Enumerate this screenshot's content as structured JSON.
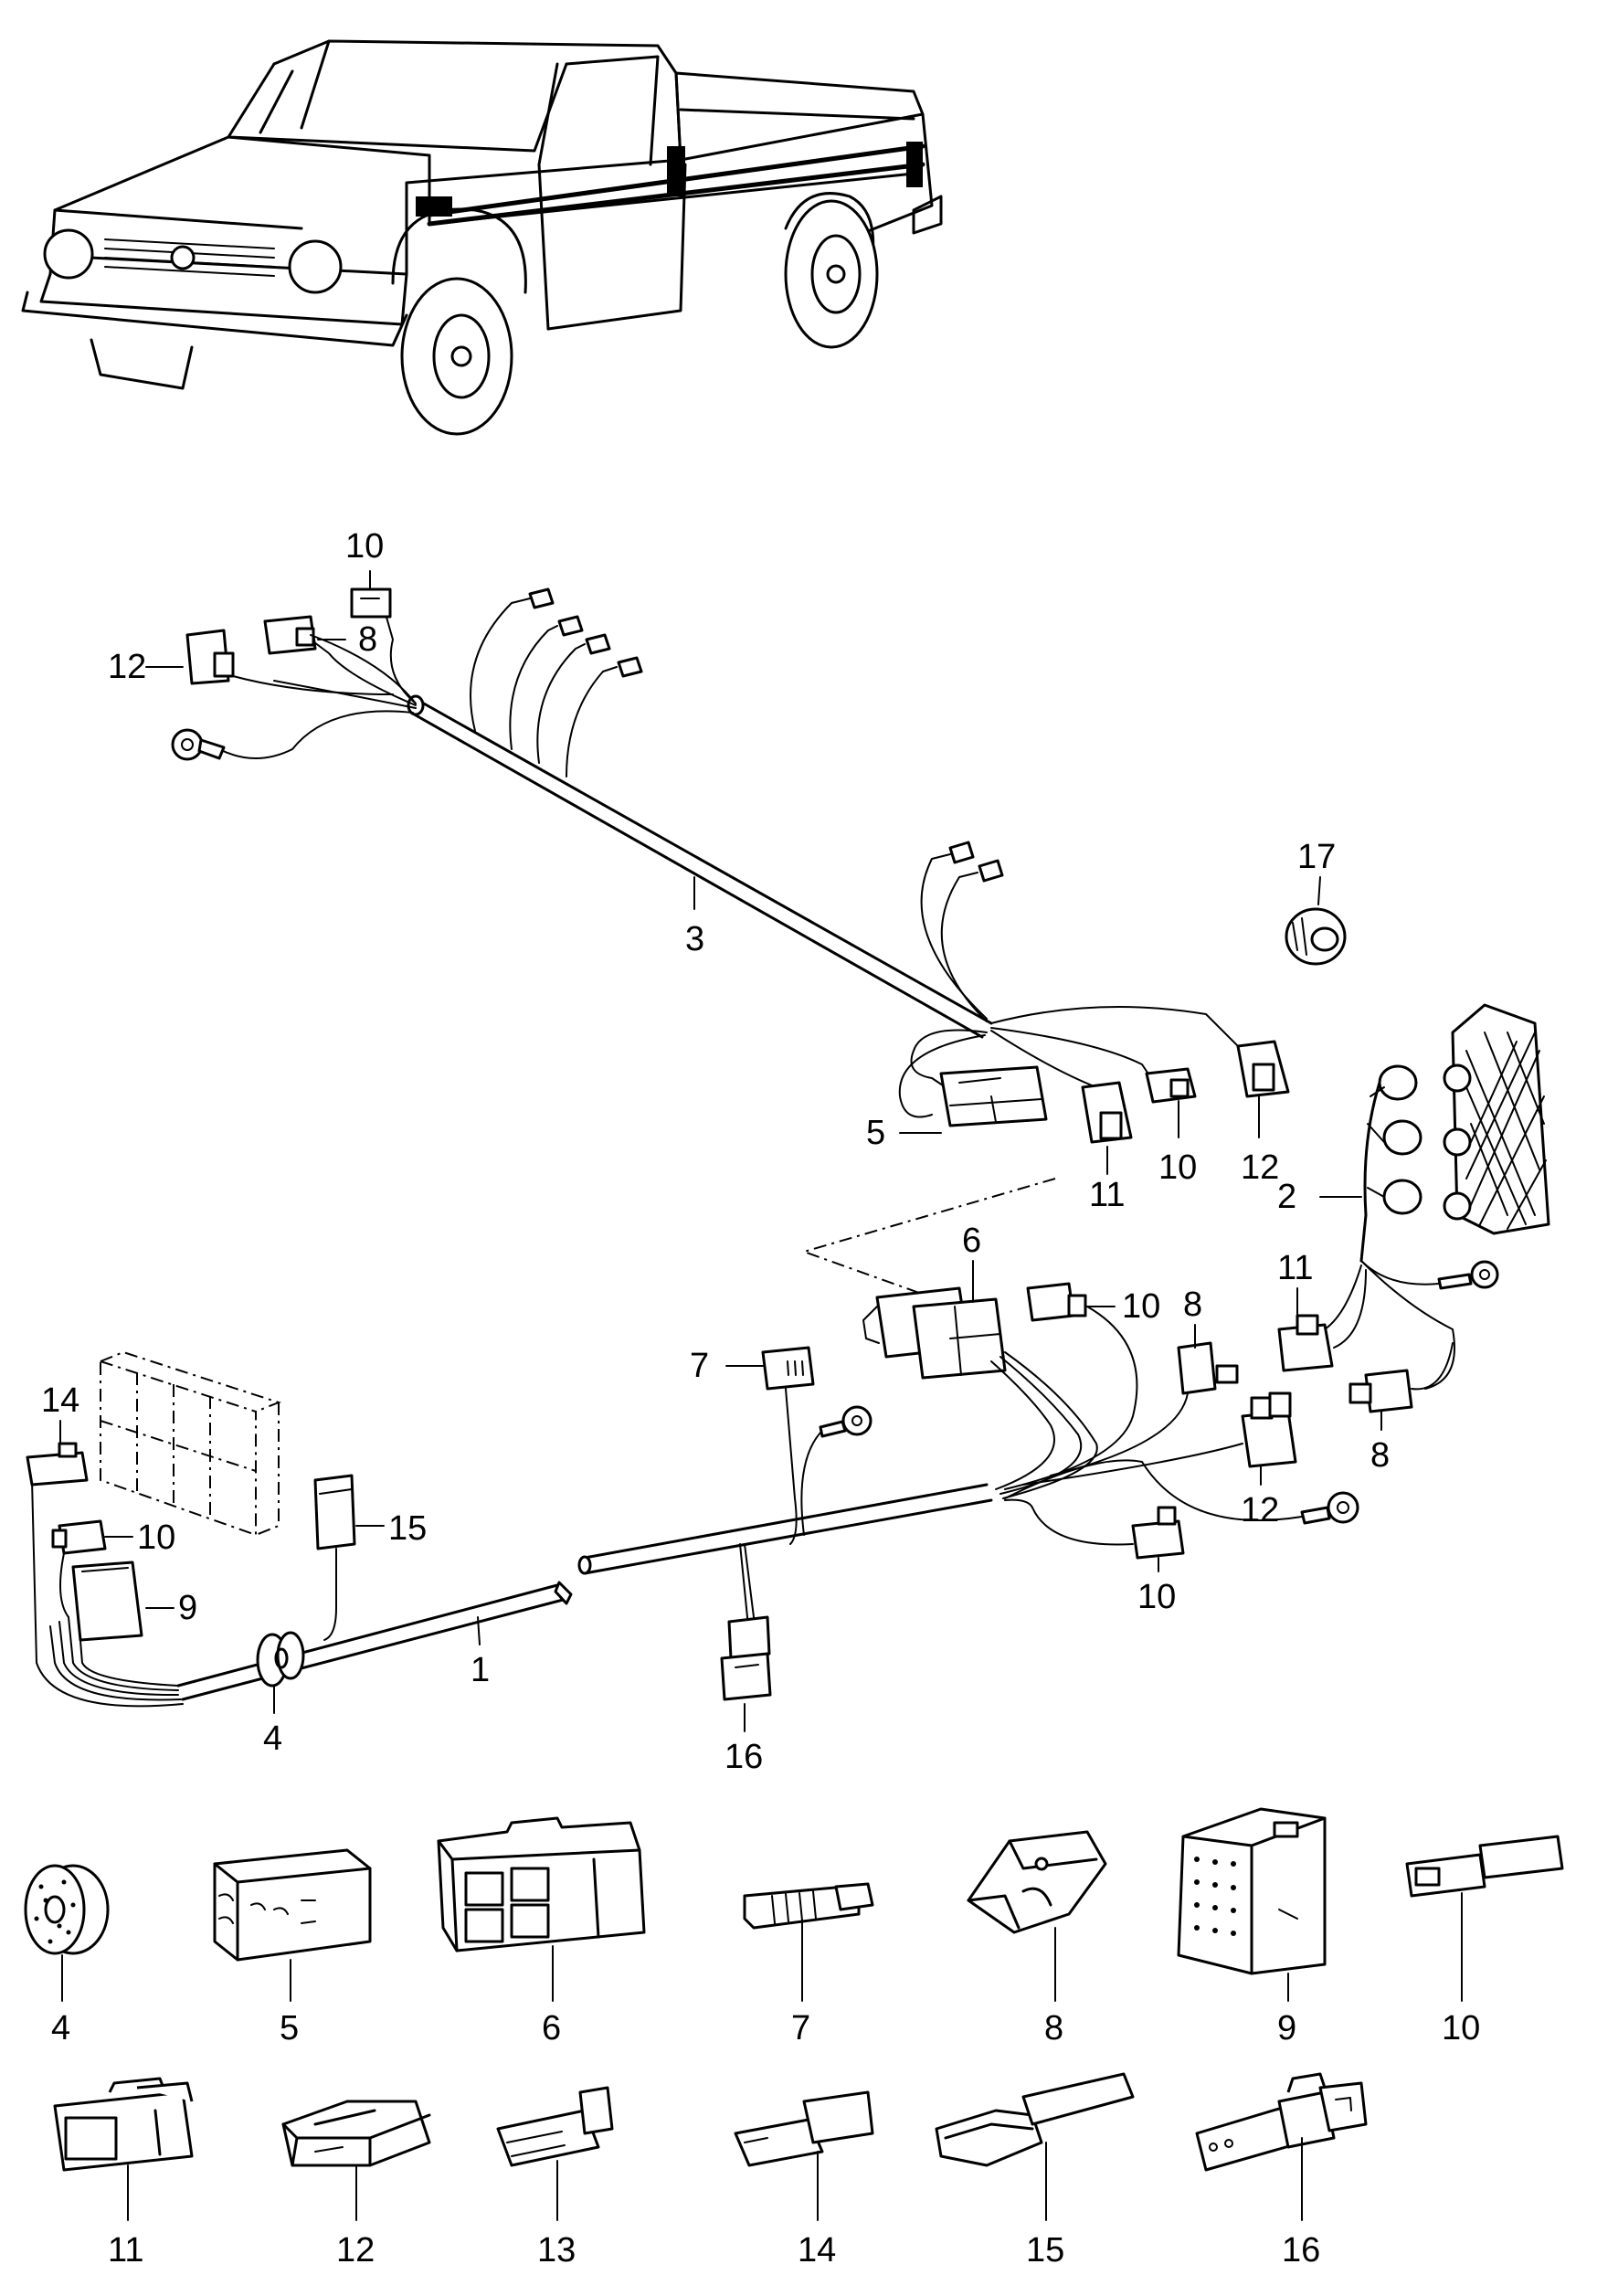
{
  "callouts": {
    "harness": {
      "n10_top": "10",
      "n8_top": "8",
      "n12_top": "12",
      "n3": "3",
      "n17": "17",
      "n5": "5",
      "n11_mid": "11",
      "n10_mid": "10",
      "n12_mid": "12",
      "n2": "2",
      "n6": "6",
      "n10_right": "10",
      "n7": "7",
      "n8_right": "8",
      "n11_right": "11",
      "n12_low": "12",
      "n8_low": "8",
      "n14": "14",
      "n15": "15",
      "n10_left": "10",
      "n9": "9",
      "n1": "1",
      "n4": "4",
      "n16": "16",
      "n10_bottom": "10"
    },
    "parts_row1": [
      "4",
      "5",
      "6",
      "7",
      "8",
      "9",
      "10"
    ],
    "parts_row2": [
      "11",
      "12",
      "13",
      "14",
      "15",
      "16"
    ]
  }
}
